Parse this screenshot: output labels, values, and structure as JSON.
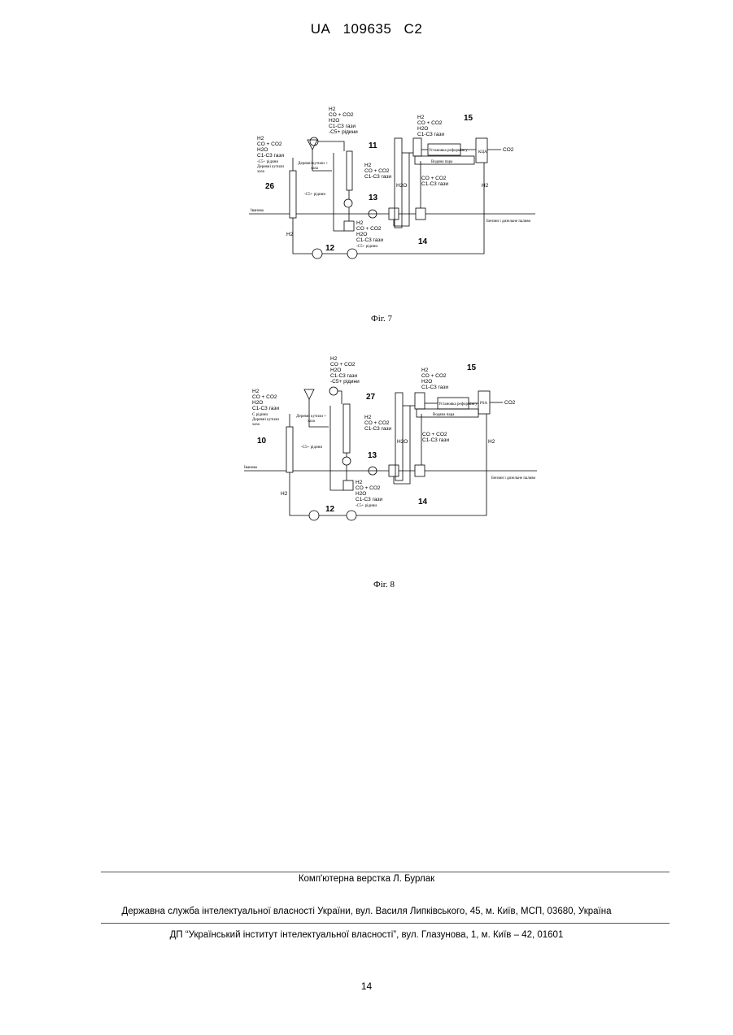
{
  "header": {
    "country": "UA",
    "number": "109635",
    "kind": "C2"
  },
  "fig7": {
    "caption": "Фіг. 7",
    "top_stream": [
      "H2",
      "CO + CO2",
      "H2O",
      "C1-C3 гази",
      "-C5+ рідини"
    ],
    "left_stream": [
      "H2",
      "CO + CO2",
      "H2O",
      "C1-C3 гази",
      "-C5+ рідини",
      "Деревні кутили",
      "хаза"
    ],
    "right_stream": [
      "H2",
      "CO + CO2",
      "H2O",
      "C1-C3 гази"
    ],
    "mid_stream": [
      "H2",
      "CO + CO2",
      "C1-C3 гази"
    ],
    "lower_right_stream": [
      "CO + CO2",
      "C1-C3 гази"
    ],
    "bottom_stream": [
      "H2",
      "CO + CO2",
      "H2O",
      "C1-C3 гази",
      "-C5+ рідини"
    ],
    "labels": {
      "wood": "Деревні кутили +",
      "wood2": "хаза",
      "c5": "-C5+ рідини",
      "h2o": "H2O",
      "h2_left": "H2",
      "h2_right": "H2",
      "steam": "Водяна пара",
      "reformer": "Установка реформінгу",
      "co2": "CO2",
      "box_top": "КЦА",
      "feed": "Іванова",
      "product": "Бензин і дизельне паливо"
    },
    "numbers": {
      "n11": "11",
      "n12": "12",
      "n13": "13",
      "n14": "14",
      "n15": "15",
      "n26": "26"
    }
  },
  "fig8": {
    "caption": "Фіг. 8",
    "top_stream": [
      "H2",
      "CO + CO2",
      "H2O",
      "C1-C3 гази",
      "-C5+ рідини"
    ],
    "left_stream": [
      "H2",
      "CO + CO2",
      "H2O",
      "C1-C3 гази",
      "С рідини",
      "Деревні кутили",
      "хаза"
    ],
    "right_stream": [
      "H2",
      "CO + CO2",
      "H2O",
      "C1-C3 гази"
    ],
    "mid_stream": [
      "H2",
      "CO + CO2",
      "C1-C3 гази"
    ],
    "lower_right_stream": [
      "CO + CO2",
      "C1-C3 гази"
    ],
    "bottom_stream": [
      "H2",
      "CO + CO2",
      "H2O",
      "C1-C3 гази",
      "-C5+ рідини"
    ],
    "labels": {
      "wood": "Деревні кутили +",
      "wood2": "хаза",
      "c5": "-C5+ рідини",
      "h2o": "H2O",
      "h2_left": "H2",
      "h2_right": "H2",
      "steam": "Водяна пара",
      "reformer": "Установка реформінгу",
      "co2": "CO2",
      "box_top": "PSA",
      "feed": "Іванова",
      "product": "Бензин і дизельне паливо"
    },
    "numbers": {
      "n10": "10",
      "n12": "12",
      "n13": "13",
      "n14": "14",
      "n15": "15",
      "n27": "27"
    }
  },
  "footer": {
    "layout": "Комп'ютерна верстка Л. Бурлак",
    "agency": "Державна служба інтелектуальної власності України, вул. Василя Липківського, 45, м. Київ, МСП, 03680, Україна",
    "institute": "ДП “Український інститут інтелектуальної власності”, вул. Глазунова, 1, м. Київ – 42, 01601",
    "page_number": "14"
  }
}
